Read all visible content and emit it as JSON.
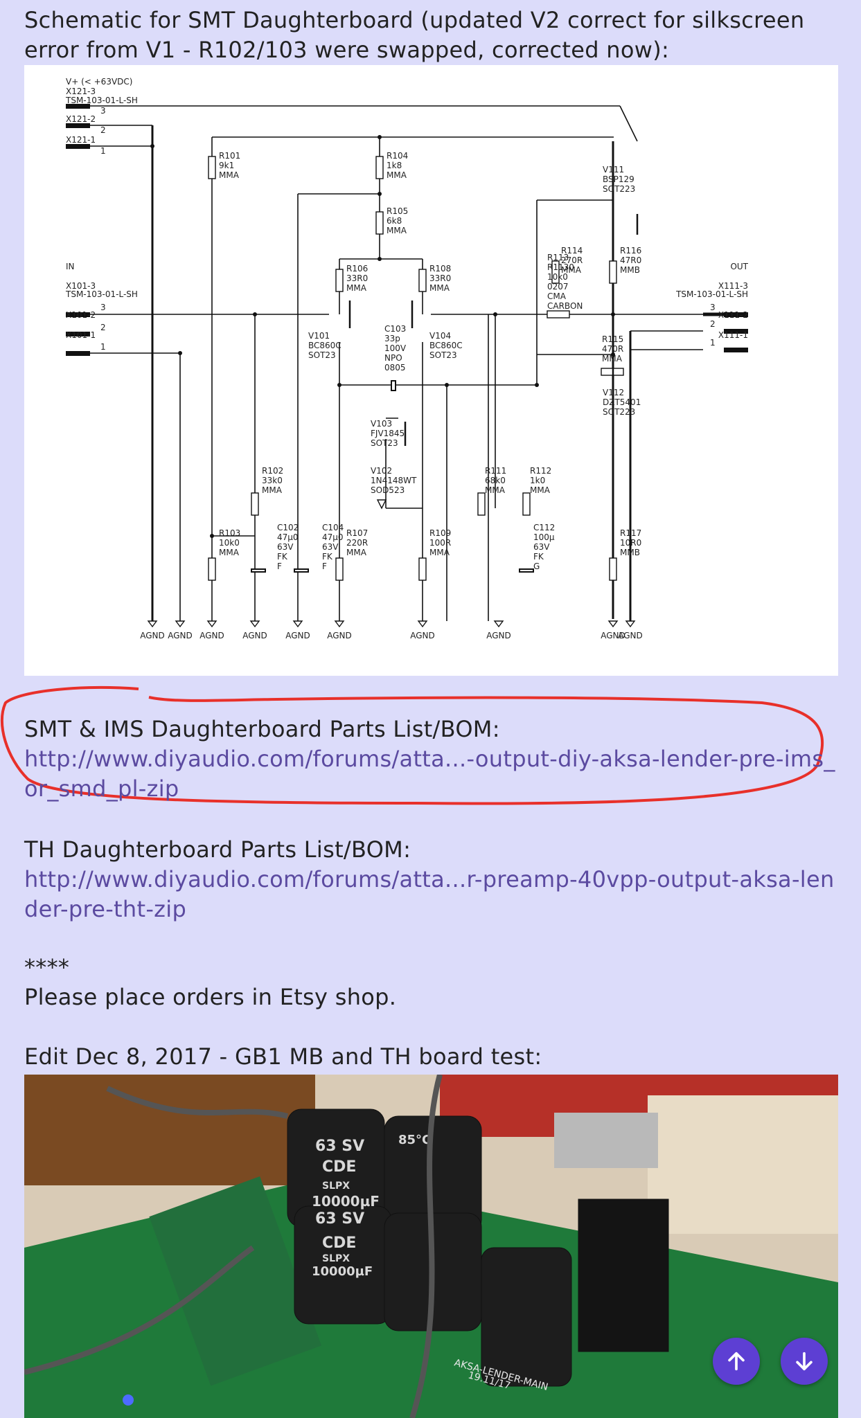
{
  "intro_text": "Schematic for SMT Daughterboard (updated V2 correct for silkscreen error from V1 - R102/103 were swapped, corrected now):",
  "schematic": {
    "supply": "V+ (< +63VDC)",
    "in_label": "IN",
    "out_label": "OUT",
    "connectors": {
      "x121": [
        "X121-3",
        "TSM-103-01-L-SH",
        "X121-2",
        "X121-1"
      ],
      "x101": [
        "X101-3",
        "TSM-103-01-L-SH",
        "X101-2",
        "X101-1"
      ],
      "x111": [
        "X111-3",
        "TSM-103-01-L-SH",
        "X111-2",
        "X111-1"
      ]
    },
    "parts": [
      {
        "ref": "R101",
        "lines": [
          "R101",
          "9k1",
          "MMA"
        ]
      },
      {
        "ref": "R104",
        "lines": [
          "R104",
          "1k8",
          "MMA"
        ]
      },
      {
        "ref": "R105",
        "lines": [
          "R105",
          "6k8",
          "MMA"
        ]
      },
      {
        "ref": "R106",
        "lines": [
          "R106",
          "33R0",
          "MMA"
        ]
      },
      {
        "ref": "R108",
        "lines": [
          "R108",
          "33R0",
          "MMA"
        ]
      },
      {
        "ref": "V111",
        "lines": [
          "V111",
          "BSP129",
          "SOT223"
        ]
      },
      {
        "ref": "R113",
        "lines": [
          "R113",
          "R1130",
          "10k0",
          "0207",
          "CMA",
          "CARBON"
        ]
      },
      {
        "ref": "R114",
        "lines": [
          "R114",
          "270R",
          "MMA"
        ]
      },
      {
        "ref": "R116",
        "lines": [
          "R116",
          "47R0",
          "MMB"
        ]
      },
      {
        "ref": "V101",
        "lines": [
          "V101",
          "BC860C",
          "SOT23"
        ]
      },
      {
        "ref": "C103",
        "lines": [
          "C103",
          "33p",
          "100V",
          "NPO",
          "0805"
        ]
      },
      {
        "ref": "V104",
        "lines": [
          "V104",
          "BC860C",
          "SOT23"
        ]
      },
      {
        "ref": "R115",
        "lines": [
          "R115",
          "470R",
          "MMA"
        ]
      },
      {
        "ref": "V103",
        "lines": [
          "V103",
          "FJV1845",
          "SOT23"
        ]
      },
      {
        "ref": "V112",
        "lines": [
          "V112",
          "DZT5401",
          "SOT223"
        ]
      },
      {
        "ref": "R102",
        "lines": [
          "R102",
          "33k0",
          "MMA"
        ]
      },
      {
        "ref": "V102",
        "lines": [
          "V102",
          "1N4148WT",
          "SOD523"
        ]
      },
      {
        "ref": "R111",
        "lines": [
          "R111",
          "68k0",
          "MMA"
        ]
      },
      {
        "ref": "R112",
        "lines": [
          "R112",
          "1k0",
          "MMA"
        ]
      },
      {
        "ref": "R103",
        "lines": [
          "R103",
          "10k0",
          "MMA"
        ]
      },
      {
        "ref": "C102",
        "lines": [
          "C102",
          "47µ0",
          "63V",
          "FK",
          "F"
        ]
      },
      {
        "ref": "C104",
        "lines": [
          "C104",
          "47µ0",
          "63V",
          "FK",
          "F"
        ]
      },
      {
        "ref": "R107",
        "lines": [
          "R107",
          "220R",
          "MMA"
        ]
      },
      {
        "ref": "R109",
        "lines": [
          "R109",
          "100R",
          "MMA"
        ]
      },
      {
        "ref": "C112",
        "lines": [
          "C112",
          "100µ",
          "63V",
          "FK",
          "G"
        ]
      },
      {
        "ref": "R117",
        "lines": [
          "R117",
          "10R0",
          "MMB"
        ]
      }
    ],
    "ground_label": "AGND",
    "pin_numbers": [
      "3",
      "2",
      "1"
    ]
  },
  "smt_title": "SMT & IMS Daughterboard Parts List/BOM:",
  "smt_link": "http://www.diyaudio.com/forums/atta...-output-diy-aksa-lender-pre-ims_or_smd_pl-zip",
  "th_title": "TH Daughterboard Parts List/BOM:",
  "th_link": "http://www.diyaudio.com/forums/atta...r-preamp-40vpp-output-aksa-lender-pre-tht-zip",
  "stars": "****",
  "orders_text": "Please place orders in Etsy shop.",
  "edit_text": "Edit Dec 8, 2017 - GB1 MB and TH board test:",
  "photo": {
    "cap_labels": [
      "63 SV",
      "85°C",
      "CDE",
      "SLPX",
      "10000µF",
      "63 SV",
      "CDE",
      "SLPX",
      "10000µF"
    ],
    "board_label": "AKSA-LENDER-MAIN",
    "board_date": "19.11/17"
  },
  "buttons": {
    "up_icon": "arrow-up-icon",
    "down_icon": "arrow-down-icon"
  },
  "colors": {
    "background": "#dcdcfa",
    "link": "#5b4aa0",
    "fab": "#5d3fd3",
    "highlight": "#e8302a"
  }
}
